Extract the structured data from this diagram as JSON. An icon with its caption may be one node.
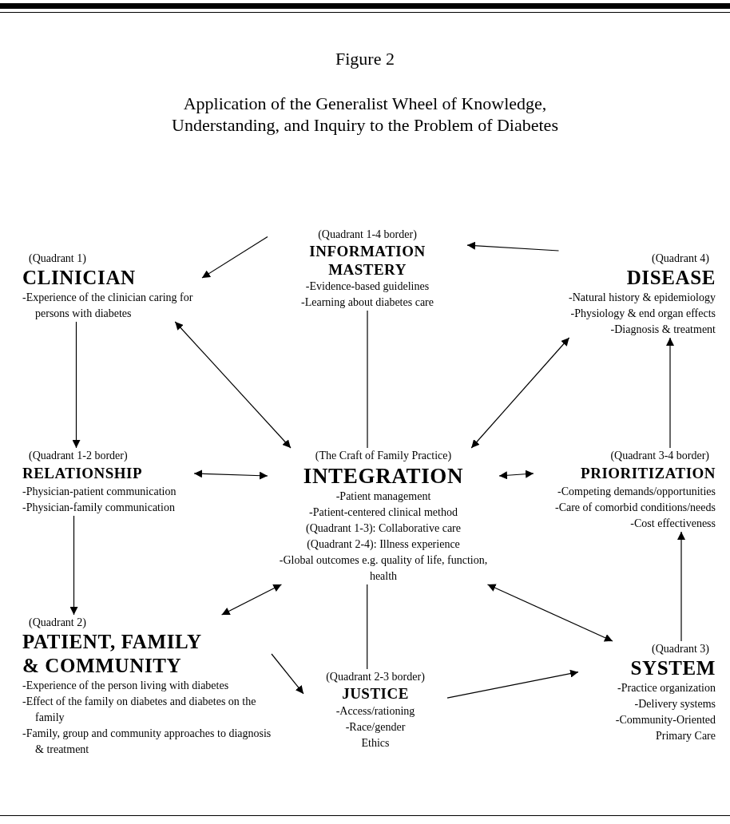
{
  "diagram": {
    "title": "Figure 2",
    "caption": "Application of the Generalist Wheel of Knowledge, Understanding, and Inquiry to the Problem of Diabetes",
    "nodes": [
      {
        "text": [
          "(Quadrant 1-4 border)",
          "INFORMATION MASTERY",
          "-Evidence-based guidelines",
          "-Learning about diabetes care"
        ]
      },
      {
        "text": [
          "(Quadrant 1)",
          "CLINICIAN",
          "-Experience of the clinician caring for persons with diabetes"
        ]
      },
      {
        "text": [
          "(Quadrant 4)",
          "DISEASE",
          "-Natural history & epidemiology",
          "-Physiology & end organ effects",
          "-Diagnosis & treatment"
        ]
      },
      {
        "text": [
          "(Quadrant 1-2 border)",
          "RELATIONSHIP",
          "-Physician-patient communication",
          "-Physician-family communication"
        ]
      },
      {
        "text": [
          "(The Craft of Family Practice)",
          "INTEGRATION",
          "-Patient management",
          "-Patient-centered clinical method",
          "(Quadrant 1-3): Collaborative care",
          "(Quadrant 2-4): Illness experience",
          "-Global outcomes e.g. quality of life, function, health"
        ]
      },
      {
        "text": [
          "(Quadrant 3-4 border)",
          "PRIORITIZATION",
          "-Competing demands/opportunities",
          "-Care of comorbid conditions/needs",
          "-Cost effectiveness"
        ]
      },
      {
        "text": [
          "(Quadrant 2)",
          "PATIENT, FAMILY & COMMUNITY",
          "-Experience of the person living with diabetes",
          "-Effect of the family on diabetes and diabetes on the family",
          "-Family, group and community approaches to diagnosis & treatment"
        ]
      },
      {
        "text": [
          "(Quadrant 3)",
          "SYSTEM",
          "-Practice organization",
          "-Delivery systems",
          "-Community-Oriented Primary Care"
        ]
      },
      {
        "text": [
          "(Quadrant 2-3 border)",
          "JUSTICE",
          "-Access/rationing",
          "-Race/gender",
          "Ethics"
        ]
      }
    ],
    "edges": [
      {
        "from": 0,
        "to": 1,
        "arrow": "to"
      },
      {
        "from": 2,
        "to": 0,
        "arrow": "to"
      },
      {
        "from": 1,
        "to": 4,
        "arrow": "both"
      },
      {
        "from": 4,
        "to": 2,
        "arrow": "both"
      },
      {
        "from": 0,
        "to": 4,
        "arrow": "none"
      },
      {
        "from": 1,
        "to": 3,
        "arrow": "to"
      },
      {
        "from": 3,
        "to": 4,
        "arrow": "both"
      },
      {
        "from": 4,
        "to": 5,
        "arrow": "both"
      },
      {
        "from": 7,
        "to": 5,
        "arrow": "to"
      },
      {
        "from": 5,
        "to": 2,
        "arrow": "to"
      },
      {
        "from": 3,
        "to": 6,
        "arrow": "to"
      },
      {
        "from": 6,
        "to": 4,
        "arrow": "both"
      },
      {
        "from": 4,
        "to": 7,
        "arrow": "both"
      },
      {
        "from": 6,
        "to": 8,
        "arrow": "to"
      },
      {
        "from": 8,
        "to": 7,
        "arrow": "to"
      },
      {
        "from": 4,
        "to": 8,
        "arrow": "none"
      }
    ]
  }
}
